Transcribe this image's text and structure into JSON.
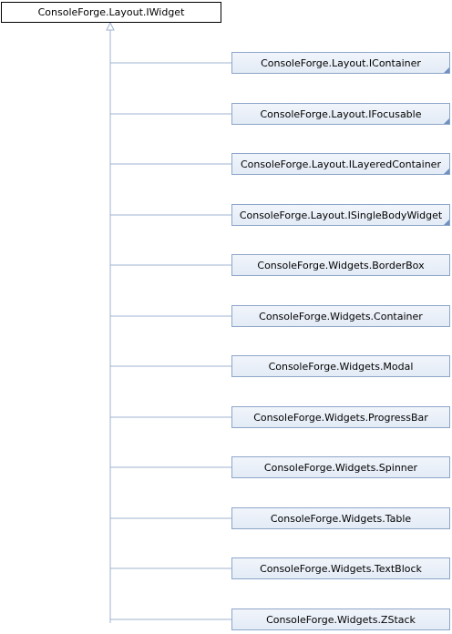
{
  "root": {
    "label": "ConsoleForge.Layout.IWidget"
  },
  "children": [
    {
      "label": "ConsoleForge.Layout.IContainer",
      "interface": true
    },
    {
      "label": "ConsoleForge.Layout.IFocusable",
      "interface": true
    },
    {
      "label": "ConsoleForge.Layout.ILayeredContainer",
      "interface": true
    },
    {
      "label": "ConsoleForge.Layout.ISingleBodyWidget",
      "interface": true
    },
    {
      "label": "ConsoleForge.Widgets.BorderBox",
      "interface": false
    },
    {
      "label": "ConsoleForge.Widgets.Container",
      "interface": false
    },
    {
      "label": "ConsoleForge.Widgets.Modal",
      "interface": false
    },
    {
      "label": "ConsoleForge.Widgets.ProgressBar",
      "interface": false
    },
    {
      "label": "ConsoleForge.Widgets.Spinner",
      "interface": false
    },
    {
      "label": "ConsoleForge.Widgets.Table",
      "interface": false
    },
    {
      "label": "ConsoleForge.Widgets.TextBlock",
      "interface": false
    },
    {
      "label": "ConsoleForge.Widgets.ZStack",
      "interface": false
    }
  ],
  "colors": {
    "connector": "#9fb3d1",
    "node_border": "#8ea6c9",
    "node_fill": "#e3ebf6",
    "root_border": "#000000"
  }
}
